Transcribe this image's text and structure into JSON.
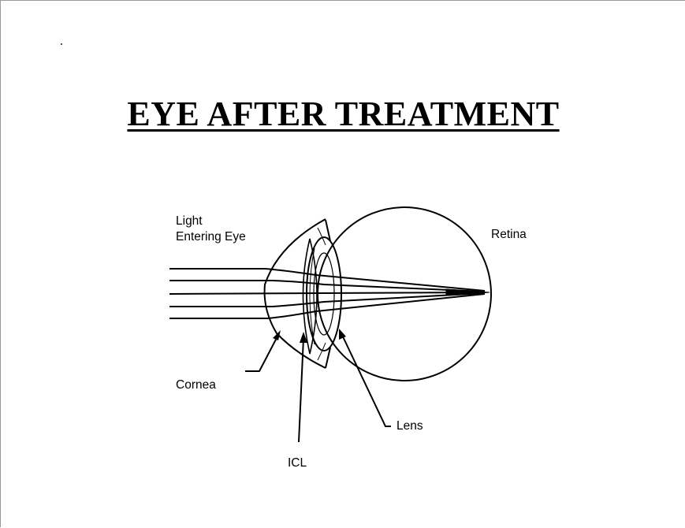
{
  "title": "EYE AFTER TREATMENT",
  "labels": {
    "light_line1": "Light",
    "light_line2": "Entering Eye",
    "retina": "Retina",
    "cornea": "Cornea",
    "lens": "Lens",
    "icl": "ICL"
  },
  "colors": {
    "ink": "#000000",
    "background": "#ffffff"
  }
}
